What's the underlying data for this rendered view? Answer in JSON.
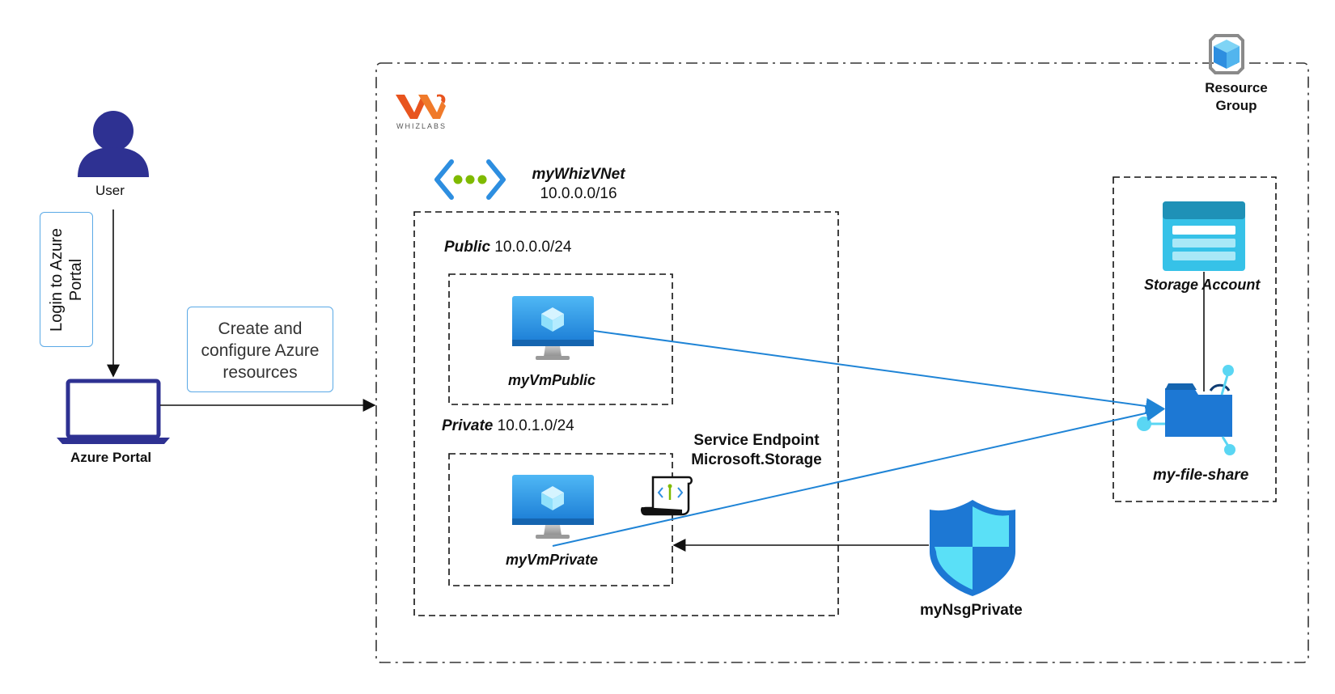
{
  "user": {
    "label": "User"
  },
  "login": {
    "label": "Login to Azure Portal"
  },
  "portal": {
    "label": "Azure Portal"
  },
  "create": {
    "line1": "Create and",
    "line2": "configure Azure",
    "line3": "resources"
  },
  "brand": {
    "name": "WHIZLABS"
  },
  "resource_group": {
    "line1": "Resource",
    "line2": "Group"
  },
  "vnet": {
    "name": "myWhizVNet",
    "cidr": "10.0.0.0/16"
  },
  "public_subnet": {
    "name": "Public",
    "cidr": "10.0.0.0/24"
  },
  "private_subnet": {
    "name": "Private",
    "cidr": "10.0.1.0/24"
  },
  "vm_public": {
    "label": "myVmPublic"
  },
  "vm_private": {
    "label": "myVmPrivate"
  },
  "service_endpoint": {
    "line1": "Service Endpoint",
    "line2": "Microsoft.Storage"
  },
  "storage": {
    "label": "Storage Account"
  },
  "fileshare": {
    "label": "my-file-share"
  },
  "nsg": {
    "label": "myNsgPrivate"
  },
  "colors": {
    "azure_blue": "#1f84d6",
    "navy": "#2e3192",
    "whizlabs_orange": "#e8541e"
  }
}
